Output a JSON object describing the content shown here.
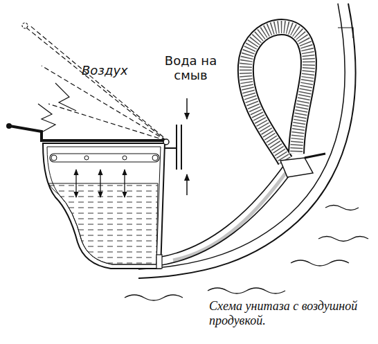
{
  "diagram": {
    "caption": "Схема унитаза с воздушной продувкой.",
    "labels": [
      "Воздух",
      "Вода на смыв"
    ]
  }
}
